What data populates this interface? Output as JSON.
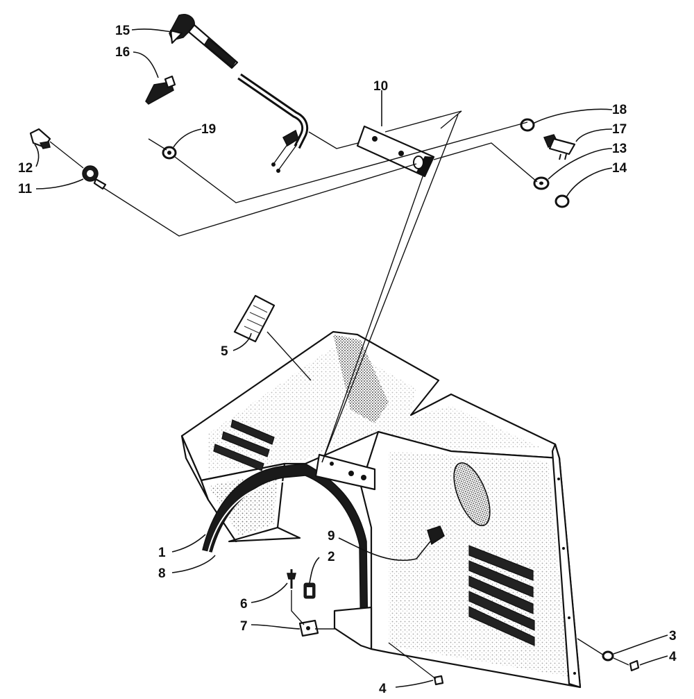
{
  "diagram": {
    "callouts": [
      {
        "id": "1",
        "label": "1"
      },
      {
        "id": "2",
        "label": "2"
      },
      {
        "id": "3",
        "label": "3"
      },
      {
        "id": "4a",
        "label": "4"
      },
      {
        "id": "4b",
        "label": "4"
      },
      {
        "id": "5",
        "label": "5"
      },
      {
        "id": "6",
        "label": "6"
      },
      {
        "id": "7",
        "label": "7"
      },
      {
        "id": "8",
        "label": "8"
      },
      {
        "id": "9",
        "label": "9"
      },
      {
        "id": "10",
        "label": "10"
      },
      {
        "id": "11",
        "label": "11"
      },
      {
        "id": "12",
        "label": "12"
      },
      {
        "id": "13",
        "label": "13"
      },
      {
        "id": "14",
        "label": "14"
      },
      {
        "id": "15",
        "label": "15"
      },
      {
        "id": "16",
        "label": "16"
      },
      {
        "id": "17",
        "label": "17"
      },
      {
        "id": "18",
        "label": "18"
      },
      {
        "id": "19",
        "label": "19"
      }
    ]
  }
}
